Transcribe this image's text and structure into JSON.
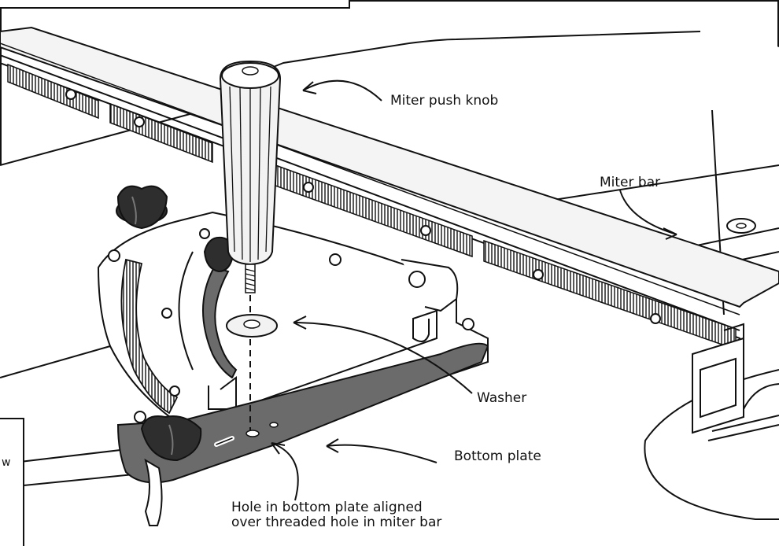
{
  "labels": {
    "push_knob": "Miter push knob",
    "miter_bar": "Miter bar",
    "washer": "Washer",
    "bottom_plate": "Bottom plate",
    "hole_line1": "Hole in bottom plate aligned",
    "hole_line2": "over threaded hole in miter bar",
    "left_edge_fragment": "w"
  },
  "colors": {
    "ink": "#111111",
    "plate_fill": "#6b6b6b",
    "knob_fill": "#2e2e2e",
    "metal_light": "#eeeeee",
    "paper": "#ffffff"
  }
}
